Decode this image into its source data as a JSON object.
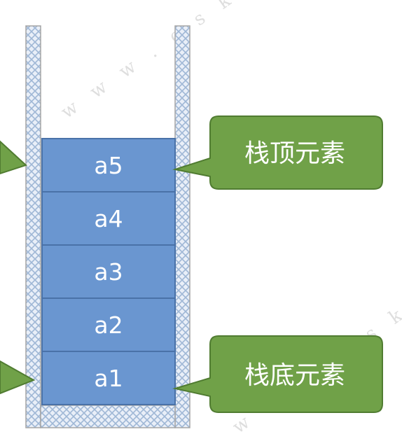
{
  "stack": {
    "items": [
      {
        "label": "a5"
      },
      {
        "label": "a4"
      },
      {
        "label": "a3"
      },
      {
        "label": "a2"
      },
      {
        "label": "a1"
      }
    ]
  },
  "callouts": {
    "top": "栈顶元素",
    "bottom": "栈底元素"
  },
  "watermark": {
    "text": "w w w . c s k a o y a n"
  },
  "colors": {
    "item_fill": "#6a96d0",
    "item_border": "#4a72a8",
    "callout_fill": "#70a148",
    "callout_border": "#507c31",
    "wall_hatch": "#9fb7d6"
  }
}
